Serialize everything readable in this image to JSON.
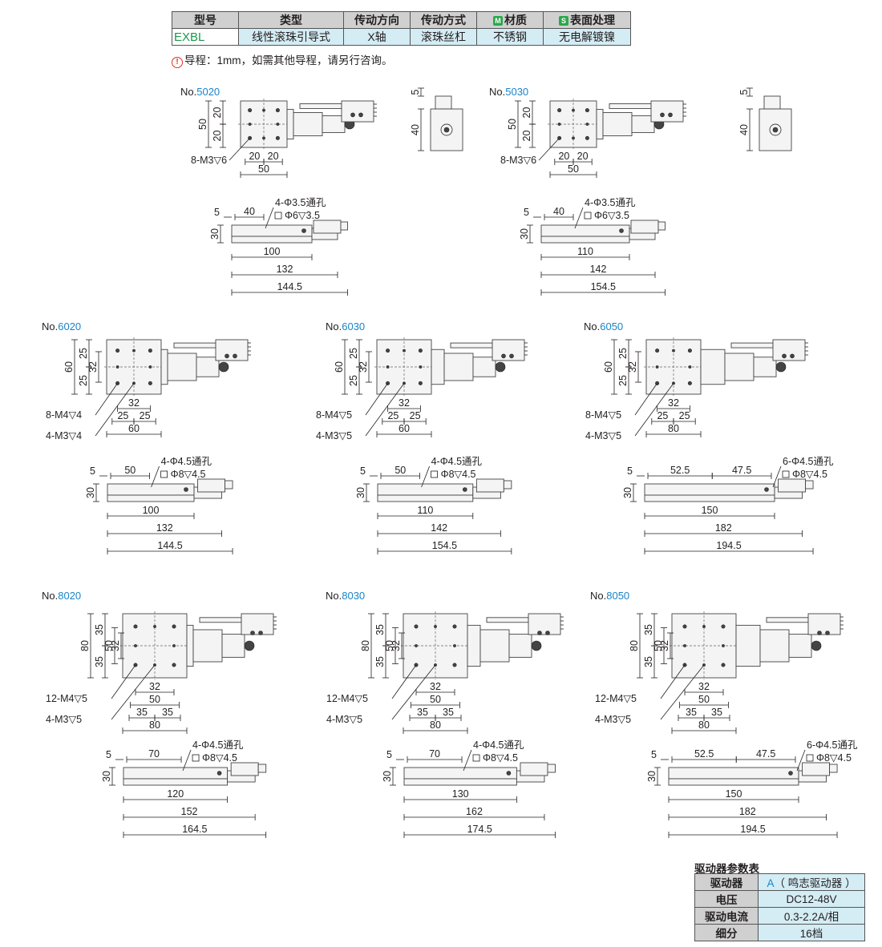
{
  "spec_table": {
    "headers": {
      "h0": "型号",
      "h1": "类型",
      "h2": "传动方向",
      "h3": "传动方式",
      "h4_badge": "M",
      "h4": "材质",
      "h5_badge": "S",
      "h5": "表面处理"
    },
    "row": {
      "c0": "EXBL",
      "c1": "线性滚珠引导式",
      "c2": "X轴",
      "c3": "滚珠丝杠",
      "c4": "不锈钢",
      "c5": "无电解镀镍"
    },
    "badge_colors": {
      "M": "#2aa84a",
      "S": "#2aa84a"
    }
  },
  "note": {
    "icon": "warning-circle-icon",
    "text": "导程：1mm，如需其他导程，请另行咨询。"
  },
  "models": [
    {
      "prefix": "No.",
      "num": "5020",
      "top_h": "50",
      "top_a": "20",
      "top_b": "20",
      "holes": "8-M3▽6",
      "w1": "20",
      "w2": "20",
      "w": "50",
      "side_h": "30",
      "side_a": "5",
      "side_b": "40",
      "thru": "4-Φ3.5通孔",
      "cb": "Φ6▽3.5",
      "L1": "100",
      "L2": "132",
      "L3": "144.5",
      "end_a": "5",
      "end_b": "40"
    },
    {
      "prefix": "No.",
      "num": "5030",
      "top_h": "50",
      "top_a": "20",
      "top_b": "20",
      "holes": "8-M3▽6",
      "w1": "20",
      "w2": "20",
      "w": "50",
      "side_h": "30",
      "side_a": "5",
      "side_b": "40",
      "thru": "4-Φ3.5通孔",
      "cb": "Φ6▽3.5",
      "L1": "110",
      "L2": "142",
      "L3": "154.5",
      "end_a": "5",
      "end_b": "40"
    },
    {
      "prefix": "No.",
      "num": "6020",
      "top_h": "60",
      "top_a": "25",
      "top_b": "25",
      "top_c": "32",
      "holes": "8-M4▽4",
      "holes2": "4-M3▽4",
      "w0": "32",
      "w1": "25",
      "w2": "25",
      "w": "60",
      "side_h": "30",
      "side_a": "5",
      "side_b": "50",
      "thru": "4-Φ4.5通孔",
      "cb": "Φ8▽4.5",
      "L1": "100",
      "L2": "132",
      "L3": "144.5"
    },
    {
      "prefix": "No.",
      "num": "6030",
      "top_h": "60",
      "top_a": "25",
      "top_b": "25",
      "top_c": "32",
      "holes": "8-M4▽5",
      "holes2": "4-M3▽5",
      "w0": "32",
      "w1": "25",
      "w2": "25",
      "w": "60",
      "side_h": "30",
      "side_a": "5",
      "side_b": "50",
      "thru": "4-Φ4.5通孔",
      "cb": "Φ8▽4.5",
      "L1": "110",
      "L2": "142",
      "L3": "154.5"
    },
    {
      "prefix": "No.",
      "num": "6050",
      "top_h": "60",
      "top_a": "25",
      "top_b": "25",
      "top_c": "32",
      "holes": "8-M4▽5",
      "holes2": "4-M3▽5",
      "w0": "32",
      "w1": "25",
      "w2": "25",
      "w": "80",
      "side_h": "30",
      "side_a": "5",
      "side_b": "52.5",
      "side_c": "47.5",
      "thru": "6-Φ4.5通孔",
      "cb": "Φ8▽4.5",
      "L1": "150",
      "L2": "182",
      "L3": "194.5"
    },
    {
      "prefix": "No.",
      "num": "8020",
      "top_h": "80",
      "top_a": "35",
      "top_b": "35",
      "top_c": "50",
      "top_d": "32",
      "holes": "12-M4▽5",
      "holes2": "4-M3▽5",
      "w0": "32",
      "w00": "50",
      "w1": "35",
      "w2": "35",
      "w": "80",
      "side_h": "30",
      "side_a": "5",
      "side_b": "70",
      "thru": "4-Φ4.5通孔",
      "cb": "Φ8▽4.5",
      "L1": "120",
      "L2": "152",
      "L3": "164.5"
    },
    {
      "prefix": "No.",
      "num": "8030",
      "top_h": "80",
      "top_a": "35",
      "top_b": "35",
      "top_c": "50",
      "top_d": "32",
      "holes": "12-M4▽5",
      "holes2": "4-M3▽5",
      "w0": "32",
      "w00": "50",
      "w1": "35",
      "w2": "35",
      "w": "80",
      "side_h": "30",
      "side_a": "5",
      "side_b": "70",
      "thru": "4-Φ4.5通孔",
      "cb": "Φ8▽4.5",
      "L1": "130",
      "L2": "162",
      "L3": "174.5"
    },
    {
      "prefix": "No.",
      "num": "8050",
      "top_h": "80",
      "top_a": "35",
      "top_b": "35",
      "top_c": "50",
      "top_d": "32",
      "holes": "12-M4▽5",
      "holes2": "4-M3▽5",
      "w0": "32",
      "w00": "50",
      "w1": "35",
      "w2": "35",
      "w": "80",
      "side_h": "30",
      "side_a": "5",
      "side_b": "52.5",
      "side_c": "47.5",
      "thru": "6-Φ4.5通孔",
      "cb": "Φ8▽4.5",
      "L1": "150",
      "L2": "182",
      "L3": "194.5"
    }
  ],
  "driver": {
    "title": "驱动器参数表",
    "rows": [
      {
        "k": "驱动器",
        "v_brand": "A",
        "v": "（ 鸣志驱动器 ）"
      },
      {
        "k": "电压",
        "v": "DC12-48V"
      },
      {
        "k": "驱动电流",
        "v": "0.3-2.2A/相"
      },
      {
        "k": "细分",
        "v": "16档"
      }
    ]
  }
}
